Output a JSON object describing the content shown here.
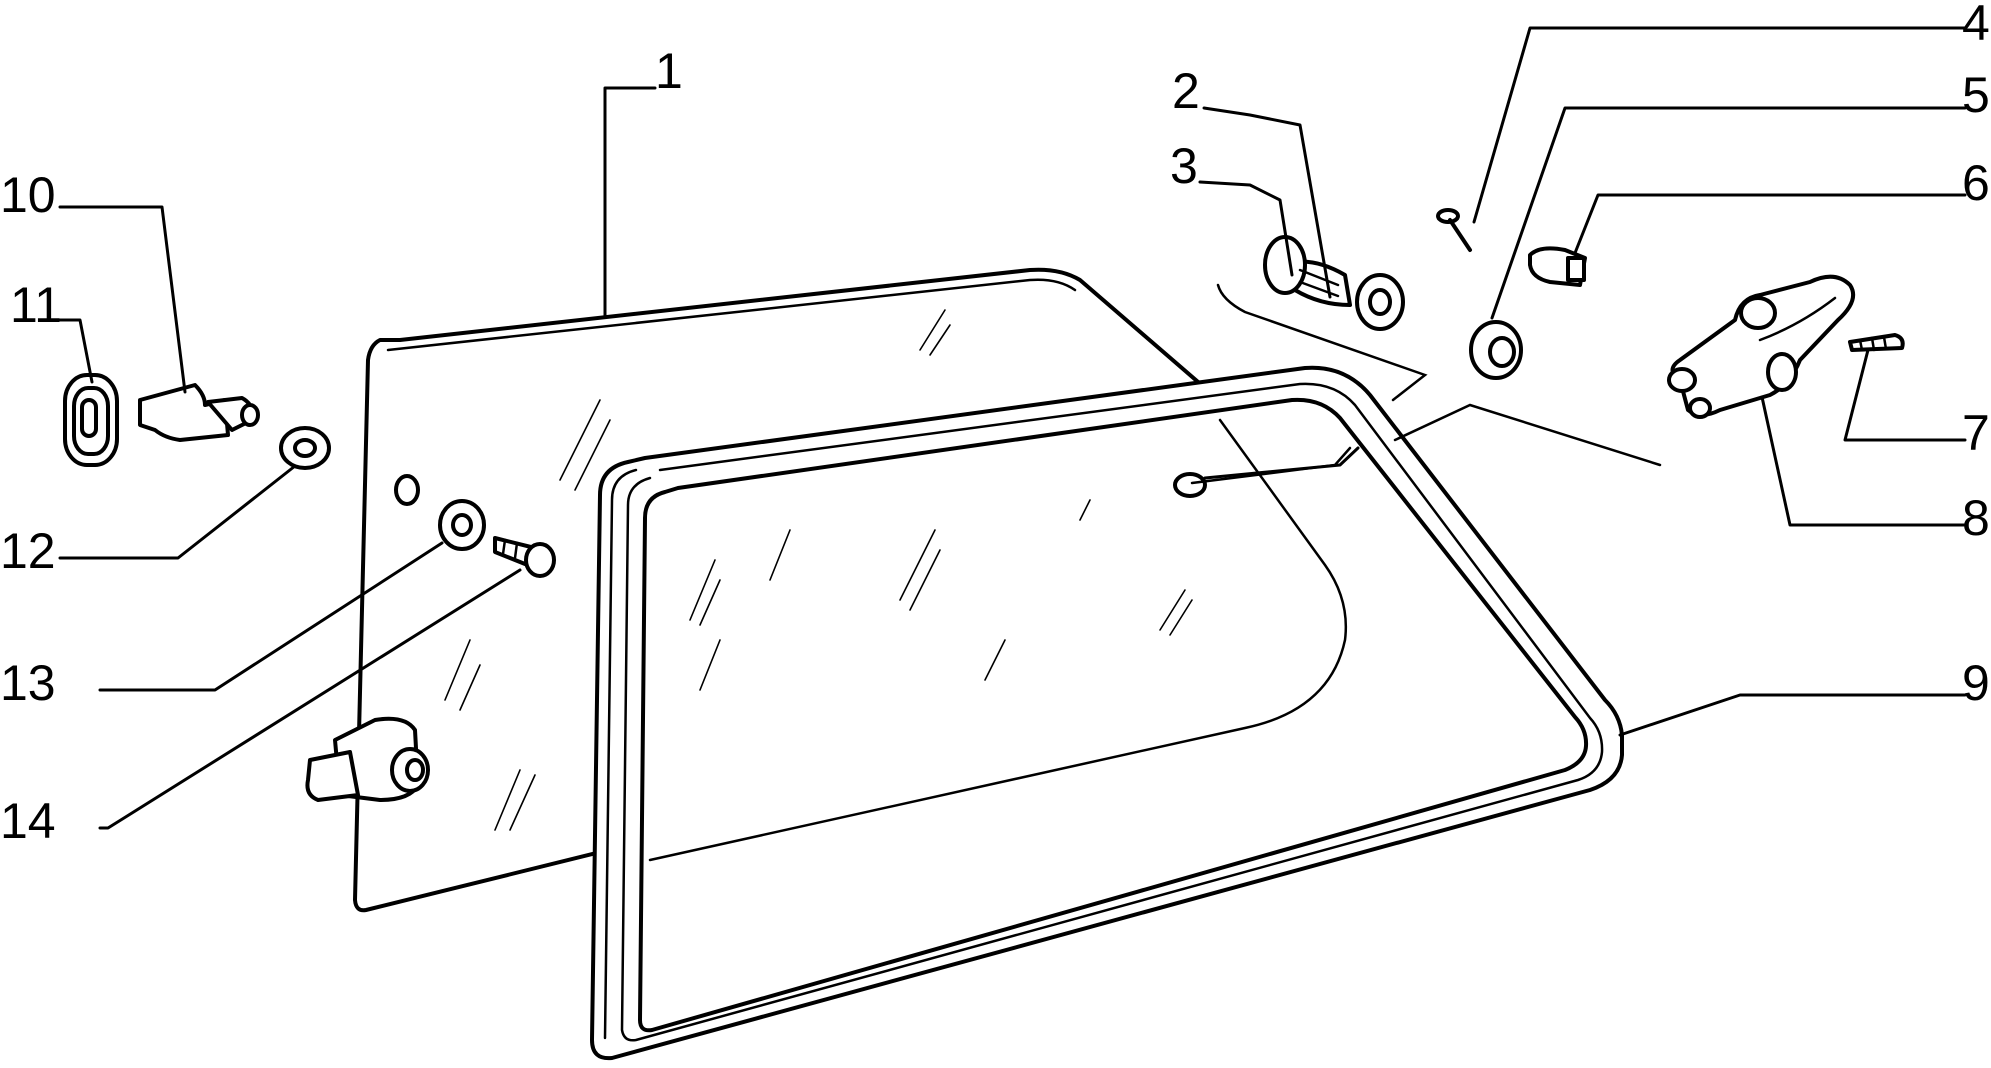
{
  "diagram": {
    "callouts": [
      {
        "id": "c1",
        "number": "1"
      },
      {
        "id": "c2",
        "number": "2"
      },
      {
        "id": "c3",
        "number": "3"
      },
      {
        "id": "c4",
        "number": "4"
      },
      {
        "id": "c5",
        "number": "5"
      },
      {
        "id": "c6",
        "number": "6"
      },
      {
        "id": "c7",
        "number": "7"
      },
      {
        "id": "c8",
        "number": "8"
      },
      {
        "id": "c9",
        "number": "9"
      },
      {
        "id": "c10",
        "number": "10"
      },
      {
        "id": "c11",
        "number": "11"
      },
      {
        "id": "c12",
        "number": "12"
      },
      {
        "id": "c13",
        "number": "13"
      },
      {
        "id": "c14",
        "number": "14"
      }
    ]
  }
}
